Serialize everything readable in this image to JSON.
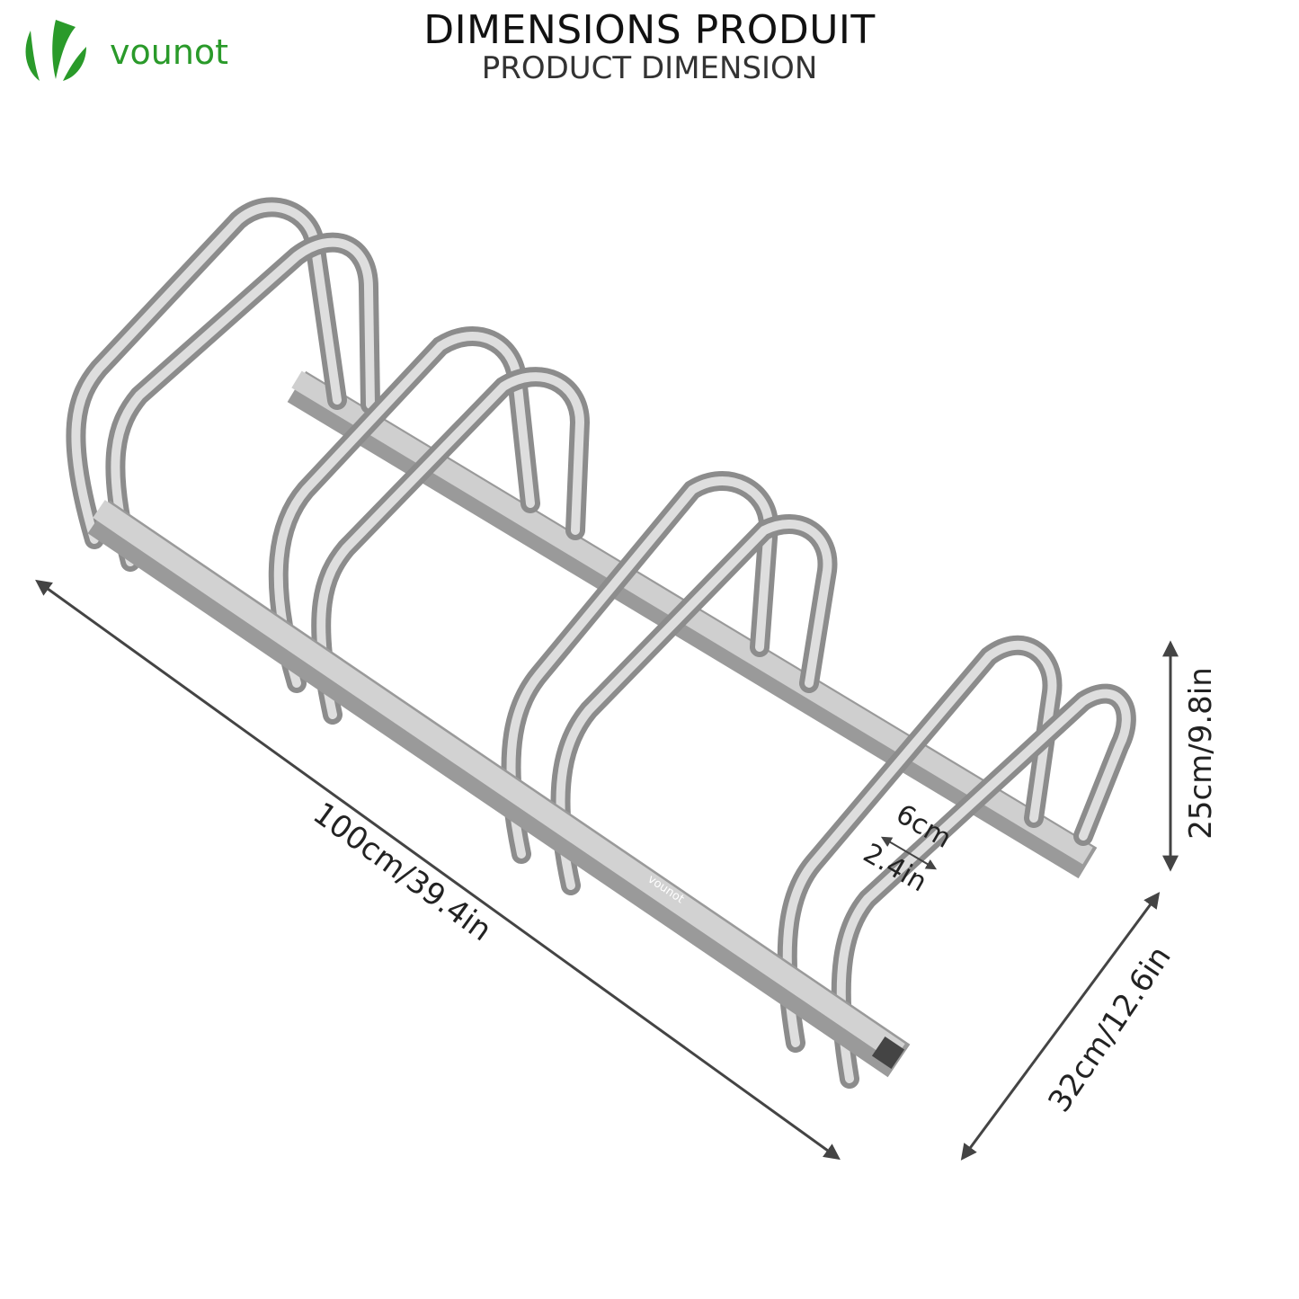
{
  "header": {
    "title": "DIMENSIONS PRODUIT",
    "subtitle": "PRODUCT DIMENSION"
  },
  "brand": {
    "name": "vounot",
    "color": "#2a9a2a",
    "bar_logo_text": "vounot"
  },
  "dimensions": {
    "length": "100cm/39.4in",
    "height": "25cm/9.8in",
    "width": "32cm/12.6in",
    "gap_cm": "6cm",
    "gap_in": "2.4in"
  }
}
